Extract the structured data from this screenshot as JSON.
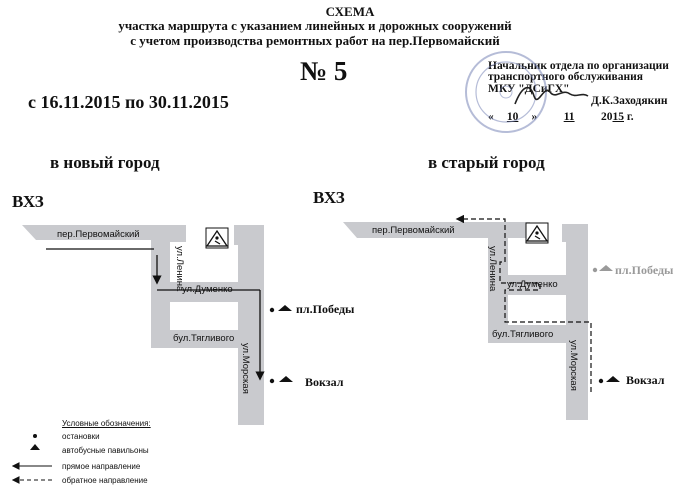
{
  "header": {
    "title": "СХЕМА",
    "line1": "участка маршрута с указанием линейных и дорожных сооружений",
    "line2": "с учетом производства ремонтных работ на пер.Первомайский",
    "number": "№ 5",
    "dates": "с   16.11.2015 по 30.11.2015"
  },
  "approval": {
    "line1": "Начальник отдела по организации",
    "line2": "транспортного обслуживания",
    "line3": "МКУ \"ДСиГХ\"",
    "signer": "Д.К.Заходякин",
    "date_day": "10",
    "date_month": "11",
    "date_year_prefix": "20",
    "date_year_suffix": "15",
    "date_end": "г."
  },
  "left_map": {
    "heading": "в новый город",
    "start": "ВХЗ",
    "streets": {
      "pervomaysky": "пер.Первомайский",
      "lenina": "ул.Ленина",
      "dumenko": "ул.Думенко",
      "tyaglivogo": "бул.Тягливого",
      "morskaya": "ул.Морская"
    },
    "stops": {
      "pobedy": "пл.Победы",
      "vokzal": "Вокзал"
    }
  },
  "right_map": {
    "heading": "в старый город",
    "start": "ВХЗ",
    "streets": {
      "pervomaysky": "пер.Первомайский",
      "lenina": "ул.Ленина",
      "dumenko": "ул.Думенко",
      "tyaglivogo": "бул.Тягливого",
      "morskaya": "ул.Морская"
    },
    "stops": {
      "pobedy": "пл.Победы",
      "vokzal": "Вокзал"
    }
  },
  "legend": {
    "title": "Условные обозначения:",
    "stops": "остановки",
    "pavilions": "автобусные павильоны",
    "forward": "прямое направление",
    "reverse": "обратное направление"
  },
  "colors": {
    "road": "#c9cace",
    "ink": "#111111",
    "stamp": "#7a86b8"
  }
}
